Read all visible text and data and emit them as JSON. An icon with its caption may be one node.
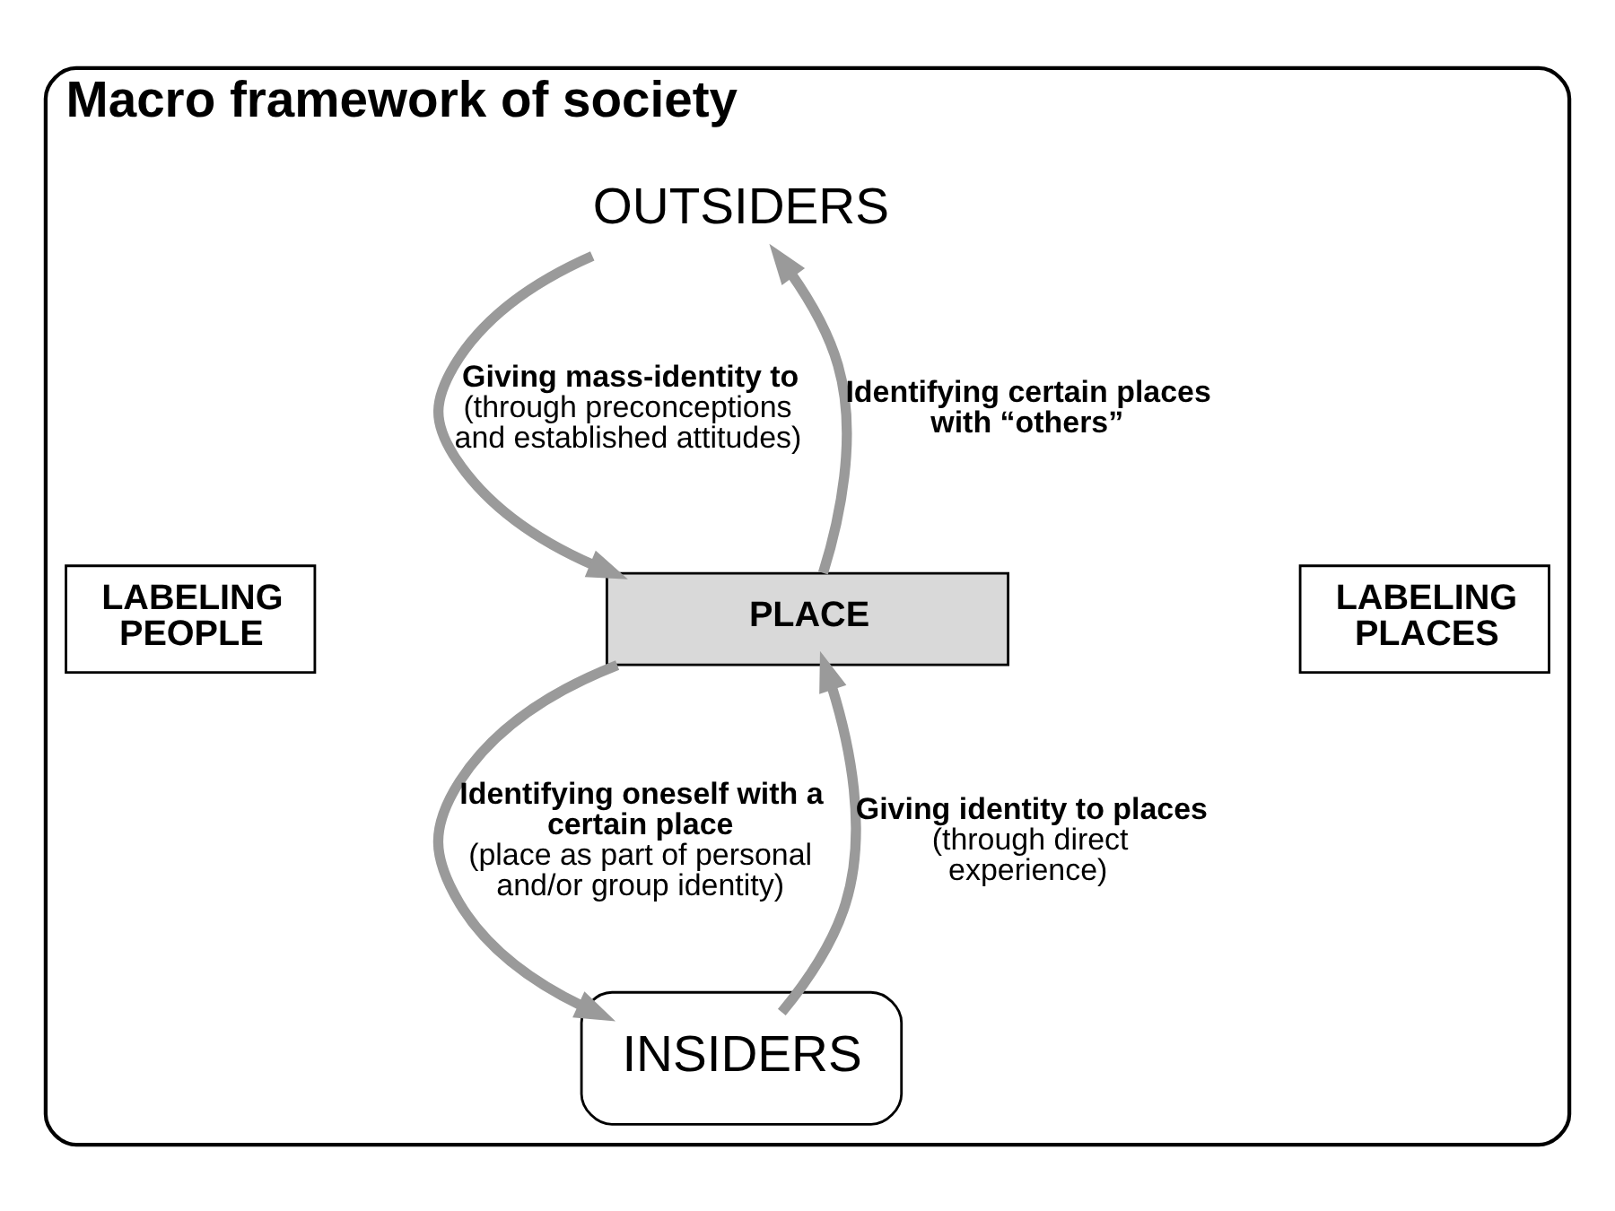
{
  "diagram": {
    "nodes": [
      {
        "text": [
          "Macro framework of society"
        ]
      },
      {
        "text": [
          "OUTSIDERS"
        ],
        "in": 0
      },
      {
        "text": [
          "PLACE"
        ],
        "in": 0
      },
      {
        "text": [
          "LABELING PEOPLE"
        ],
        "in": 0
      },
      {
        "text": [
          "LABELING PLACES"
        ],
        "in": 0
      },
      {
        "text": [],
        "shape": "ellipse",
        "in": 0
      },
      {
        "text": [
          "INSIDERS"
        ],
        "in": 5
      }
    ],
    "edges": [
      {
        "from": 2,
        "to": 1,
        "arrow": "to",
        "label": "**Identifying certain places with “others”**"
      },
      {
        "from": 1,
        "to": 2,
        "arrow": "to",
        "label": "**Giving mass-identity to** (through preconceptions and established attitudes)"
      },
      {
        "from": 2,
        "to": 6,
        "arrow": "to",
        "label": "**Identifying oneself with a certain place** (place as part of personal and/or group identity)"
      },
      {
        "from": 6,
        "to": 2,
        "arrow": "to",
        "label": "**Giving identity to places** (through direct experience)"
      }
    ]
  }
}
